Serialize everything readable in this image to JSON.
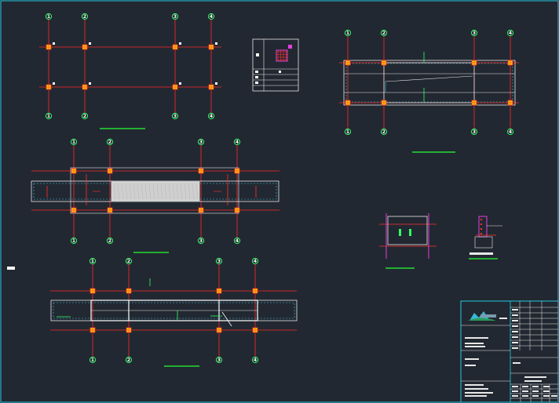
{
  "drawing": {
    "background": "#222831",
    "colors": {
      "grid_line": "#ff2a2a",
      "axis_bubble": "#33ff66",
      "column_fill": "#ffd200",
      "beam_outline": "#e8e8e8",
      "dashed": "#38c8e6",
      "title_underline": "#22dd33",
      "magenta": "#e040e0",
      "frame": "#22c8dd"
    },
    "axis_labels": [
      "1",
      "2",
      "3",
      "4"
    ]
  },
  "title_block": {
    "logo": "company-logo"
  }
}
